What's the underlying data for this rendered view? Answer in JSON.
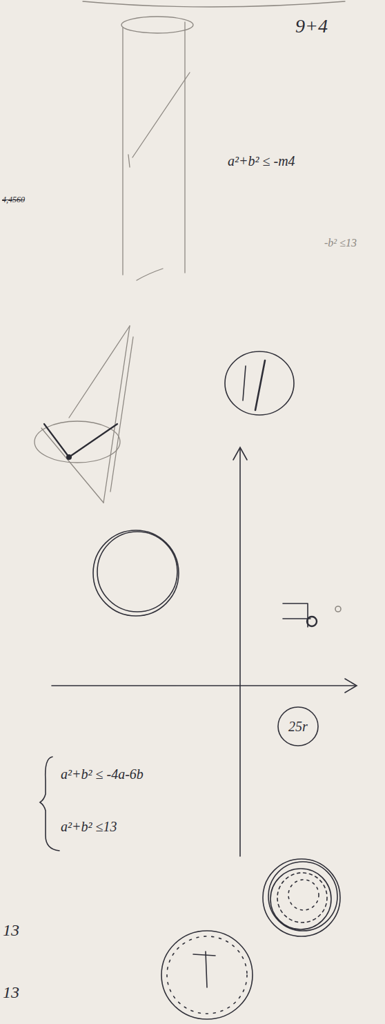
{
  "diagram": {
    "nodes": [
      {
        "text": [
          "25r"
        ]
      }
    ],
    "labels": [
      "9+4",
      "a²+b² ≤ -m4",
      "-b² ≤13",
      "4,4560",
      "a²+b² ≤ -4a-6b",
      "a²+b² ≤13",
      "13",
      "13"
    ]
  }
}
